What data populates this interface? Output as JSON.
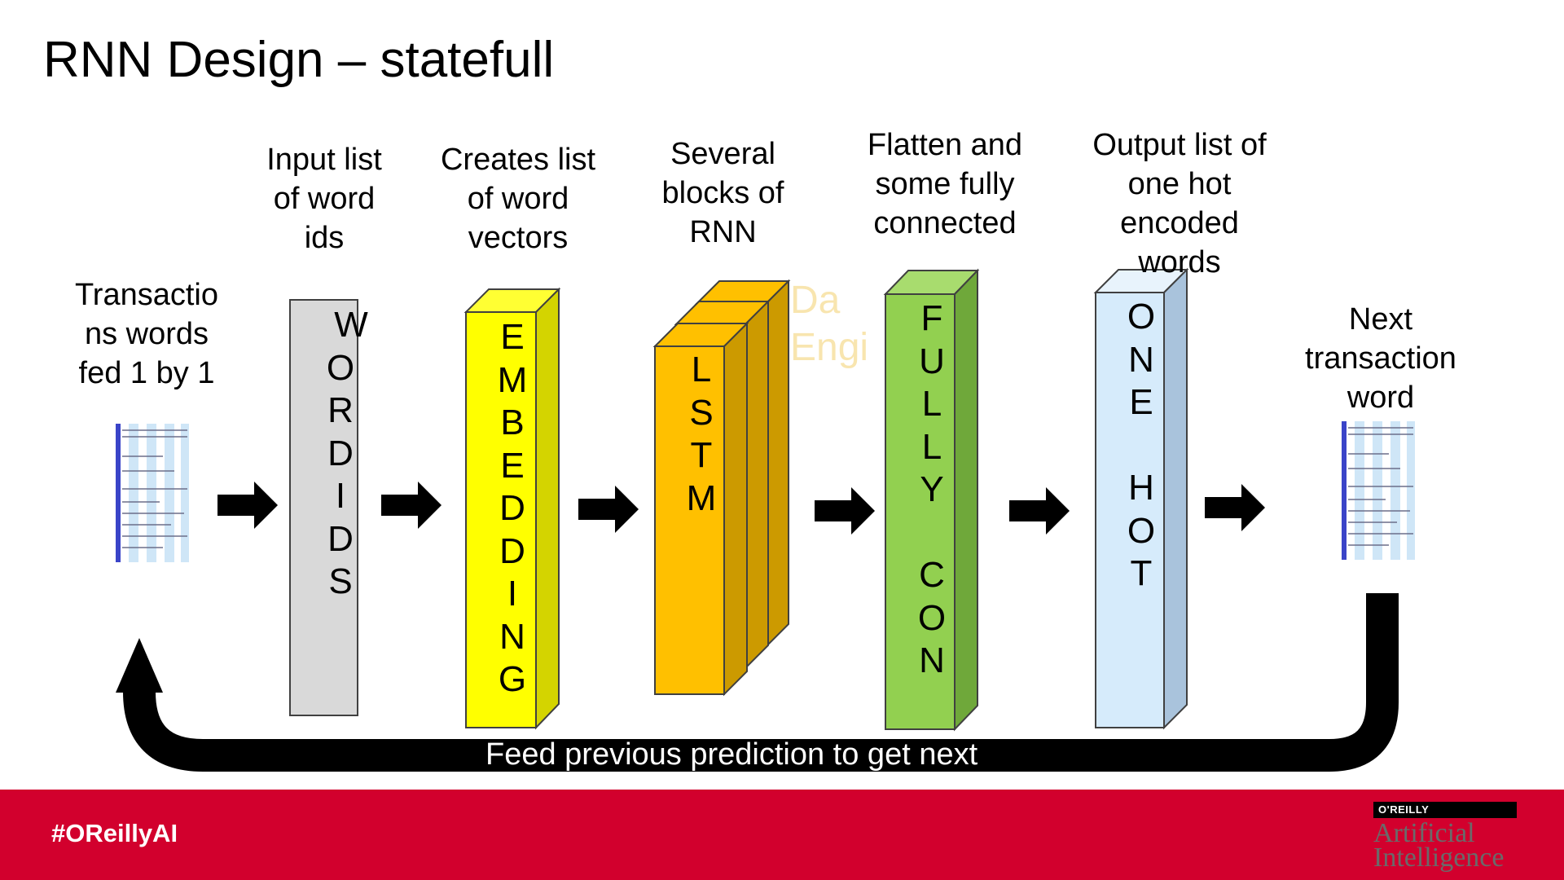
{
  "title": "RNN Design – statefull",
  "watermark": [
    "Da",
    "Engi"
  ],
  "captions": {
    "transactions": [
      "Transactio",
      "ns words",
      "fed 1 by 1"
    ],
    "input": [
      "Input list",
      "of word",
      "ids"
    ],
    "embedding": [
      "Creates list",
      "of word",
      "vectors"
    ],
    "rnn": [
      "Several",
      "blocks of",
      "RNN"
    ],
    "flatten": [
      "Flatten and",
      "some fully",
      "connected"
    ],
    "output": [
      "Output list of",
      "one hot",
      "encoded",
      "words"
    ],
    "next": [
      "Next",
      "transaction",
      "word"
    ]
  },
  "blocks": {
    "wordids": [
      "W",
      "O",
      "R",
      "D",
      "I",
      "D",
      "S"
    ],
    "embedding": [
      "E",
      "M",
      "B",
      "E",
      "D",
      "D",
      "I",
      "N",
      "G"
    ],
    "lstm": [
      "L",
      "S",
      "T",
      "M"
    ],
    "fully": [
      "F",
      "U",
      "L",
      "L",
      "Y",
      "",
      "C",
      "O",
      "N"
    ],
    "onehot": [
      "O",
      "N",
      "E",
      "",
      "H",
      "O",
      "T"
    ]
  },
  "colors": {
    "wordids": "#d9d9d9",
    "embedding": "#ffff00",
    "lstm": "#ffc000",
    "fully": "#92d050",
    "onehot": "#d6ebfb",
    "footer": "#d2002d"
  },
  "loop_label": "Feed previous prediction to get  next",
  "footer": {
    "hashtag": "#OReillyAI",
    "logo_brand": "O'REILLY",
    "logo_line1": "Artificial",
    "logo_line2": "Intelligence"
  }
}
